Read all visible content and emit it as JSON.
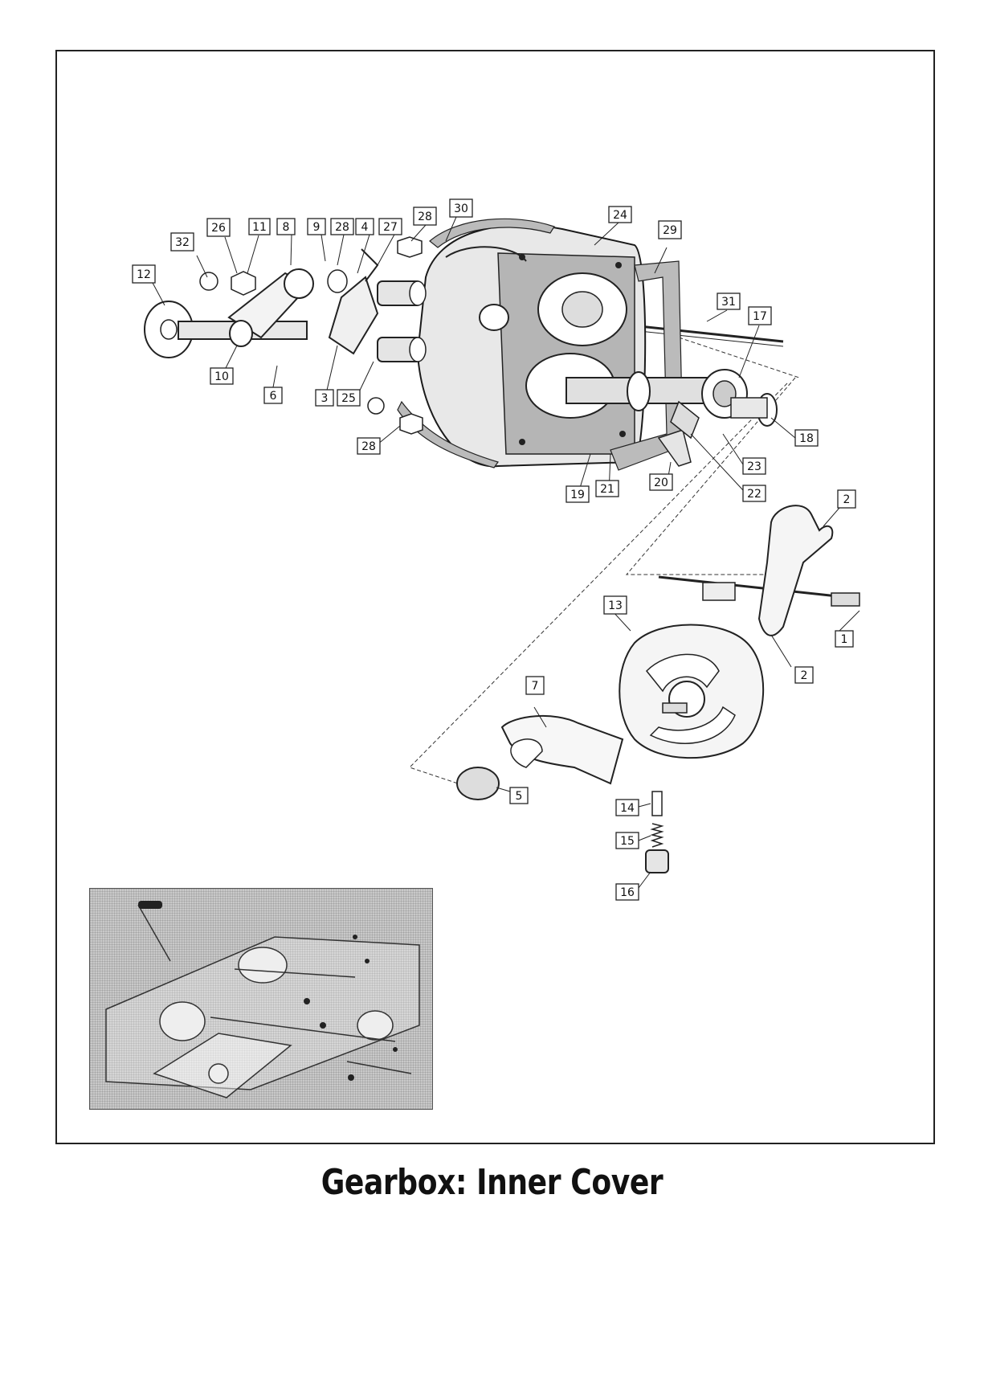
{
  "caption": "Gearbox: Inner Cover",
  "callouts": [
    "1",
    "2",
    "3",
    "4",
    "5",
    "6",
    "7",
    "8",
    "9",
    "10",
    "11",
    "12",
    "13",
    "14",
    "15",
    "16",
    "17",
    "18",
    "19",
    "20",
    "21",
    "22",
    "23",
    "24",
    "25",
    "26",
    "27",
    "28",
    "29",
    "30",
    "31",
    "32"
  ]
}
